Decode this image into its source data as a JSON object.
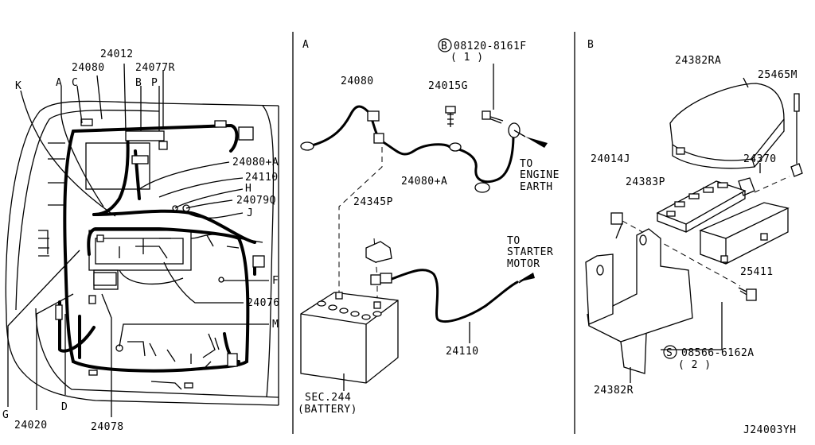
{
  "diagram_code": "J24003YH",
  "sections": {
    "main": {
      "callouts": {
        "c24012": "24012",
        "c24080": "24080",
        "c24077r": "24077R",
        "k": "K",
        "a": "A",
        "c": "C",
        "b": "B",
        "p": "P",
        "c24080a": "24080+A",
        "c24110": "24110",
        "h": "H",
        "c24079q": "24079Q",
        "j": "J",
        "f": "F",
        "c24076": "24076",
        "m": "M",
        "g": "G",
        "c24020": "24020",
        "d": "D",
        "c24078": "24078"
      }
    },
    "a": {
      "label": "A",
      "bolt_symbol": "B",
      "bolt_part": "08120-8161F",
      "bolt_qty": "( 1 )",
      "c24080": "24080",
      "c24015g": "24015G",
      "c24080a": "24080+A",
      "to_engine_1": "TO",
      "to_engine_2": "ENGINE",
      "to_engine_3": "EARTH",
      "c24345p": "24345P",
      "to_starter_1": "TO",
      "to_starter_2": "STARTER",
      "to_starter_3": "MOTOR",
      "c24110": "24110",
      "sec_1": "SEC.244",
      "sec_2": "(BATTERY)"
    },
    "b": {
      "label": "B",
      "c24382ra": "24382RA",
      "c25465m": "25465M",
      "c24014j": "24014J",
      "c24370": "24370",
      "c24383p": "24383P",
      "c25411": "25411",
      "screw_symbol": "S",
      "screw_part": "08566-6162A",
      "screw_qty": "( 2 )",
      "c24382r": "24382R"
    }
  }
}
